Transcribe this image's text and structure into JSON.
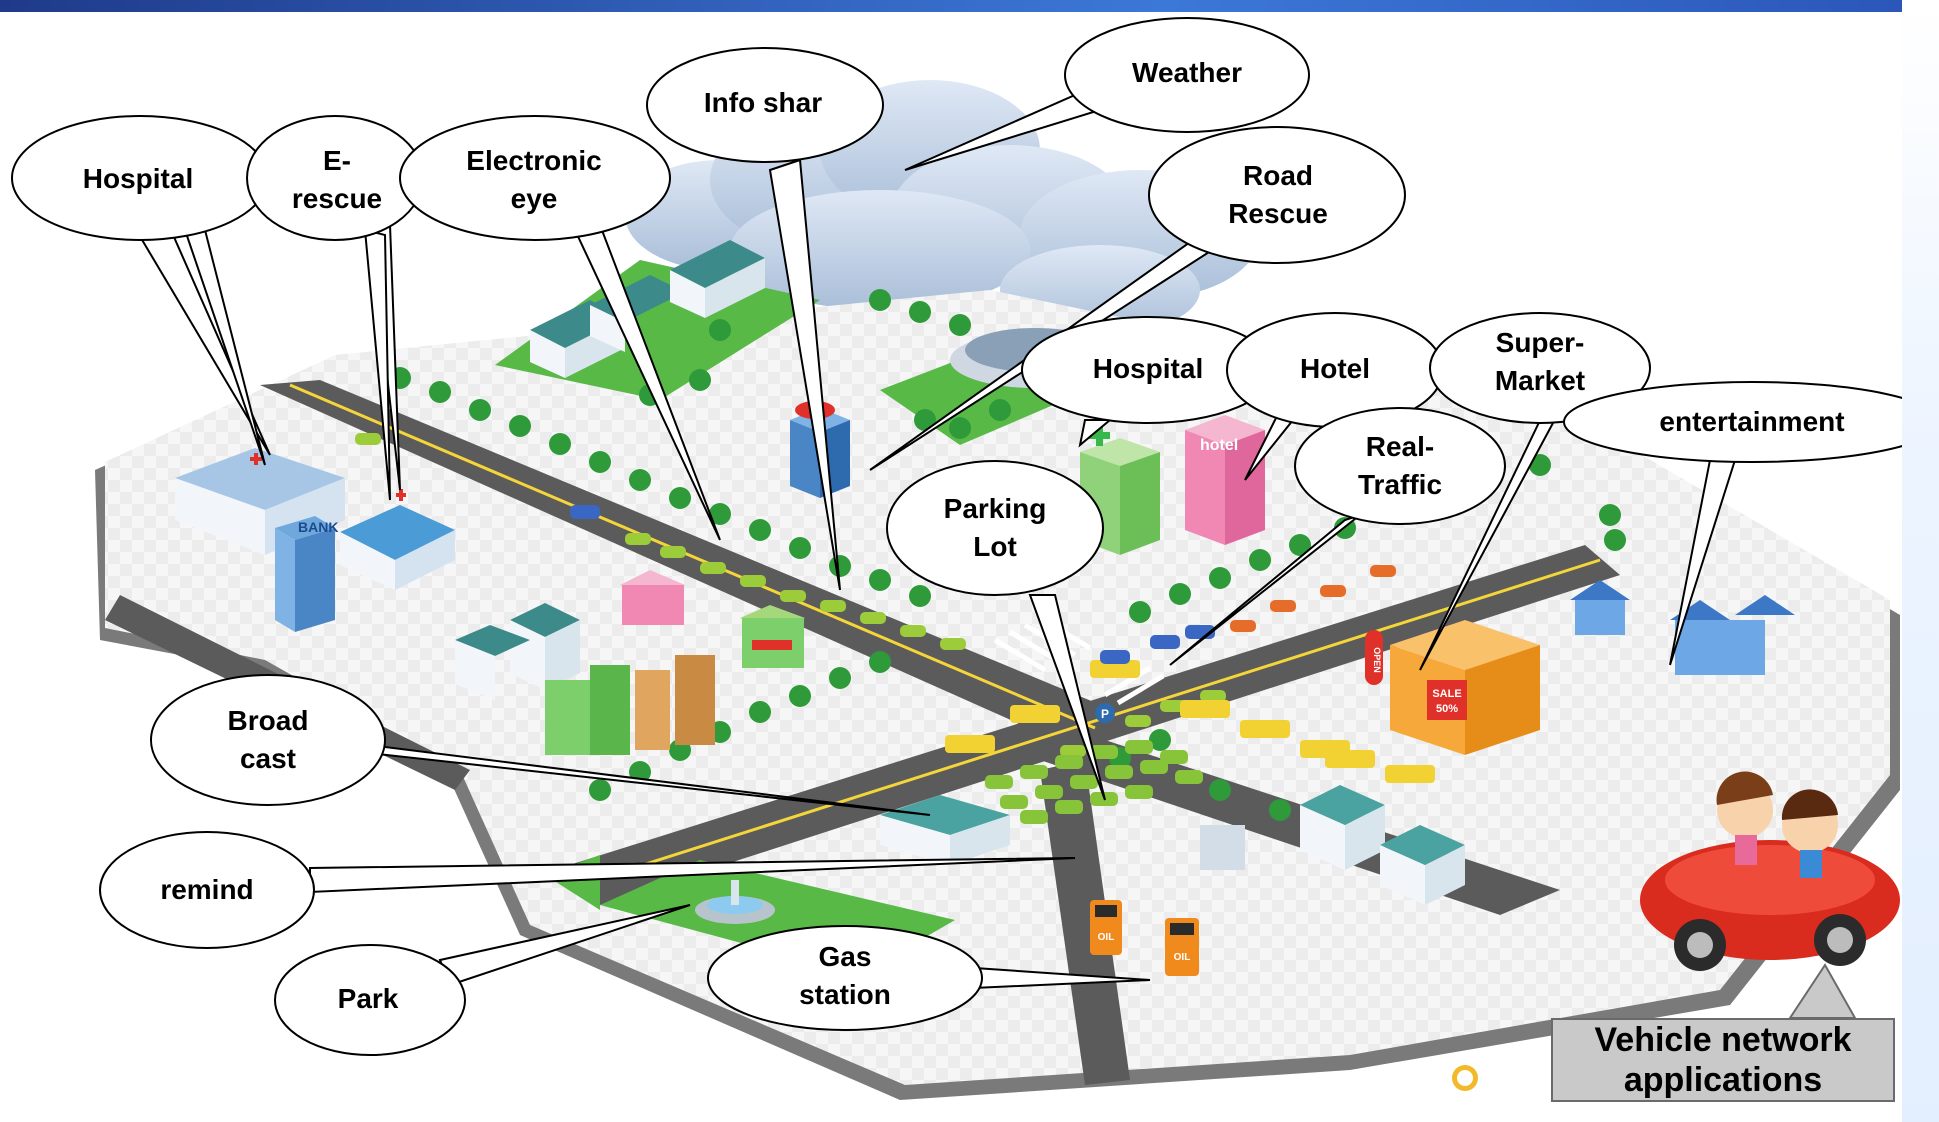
{
  "callouts": {
    "hospital_left": [
      "Hospital"
    ],
    "e_rescue": [
      "E-",
      "rescue"
    ],
    "electronic_eye": [
      "Electronic",
      "eye"
    ],
    "info_share": [
      "Info shar"
    ],
    "weather": [
      "Weather"
    ],
    "road_rescue": [
      "Road",
      "Rescue"
    ],
    "hospital_right": [
      "Hospital"
    ],
    "hotel": [
      "Hotel"
    ],
    "super_market": [
      "Super-",
      "Market"
    ],
    "entertainment": [
      "entertainment"
    ],
    "real_traffic": [
      "Real-",
      "Traffic"
    ],
    "parking_lot": [
      "Parking",
      "Lot"
    ],
    "broadcast": [
      "Broad",
      "cast"
    ],
    "remind": [
      "remind"
    ],
    "park": [
      "Park"
    ],
    "gas_station": [
      "Gas",
      "station"
    ]
  },
  "caption": [
    "Vehicle network",
    "applications"
  ],
  "signage": {
    "bank": "BANK",
    "hotel_sign": "hotel",
    "sale_line1": "SALE",
    "sale_line2": "50%",
    "open_sign": "OPEN",
    "oil": "OIL",
    "parking_sign": "P"
  },
  "colors": {
    "road": "#5b5b5b",
    "ground": "#e8e8e8",
    "grass": "#58b947",
    "tree": "#2f9a3a",
    "sky_cloud": "#c8d7ea",
    "car_green": "#9ccc3a",
    "bus_yellow": "#f2d233",
    "gas_orange": "#f08a1c"
  },
  "icons": [
    "hospital-building-icon",
    "bank-building-icon",
    "hotel-building-icon",
    "supermarket-building-icon",
    "gas-pump-icon",
    "fountain-icon",
    "cartoon-car-icon",
    "cloud-icon"
  ]
}
